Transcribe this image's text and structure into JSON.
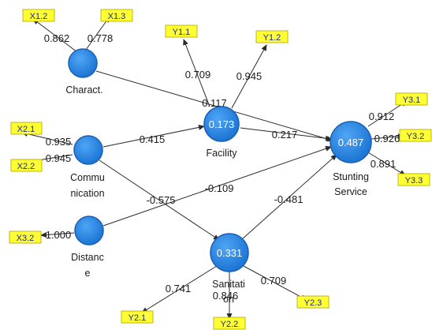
{
  "constructs": {
    "charact": {
      "label": "Charact."
    },
    "communication": {
      "label_line1": "Commu",
      "label_line2": "nication"
    },
    "distance": {
      "label_line1": "Distanc",
      "label_line2": "e"
    },
    "facility": {
      "label": "Facility",
      "r2": "0.173"
    },
    "sanitation": {
      "label_line1": "Sanitati",
      "label_line2": "on",
      "r2": "0.331"
    },
    "stunting": {
      "label_line1": "Stunting",
      "label_line2": "Service",
      "r2": "0.487"
    }
  },
  "indicators": {
    "x1_2": "X1.2",
    "x1_3": "X1.3",
    "x2_1": "X2.1",
    "x2_2": "X2.2",
    "x3_2": "X3.2",
    "y1_1": "Y1.1",
    "y1_2": "Y1.2",
    "y2_1": "Y2.1",
    "y2_2": "Y2.2",
    "y2_3": "Y2.3",
    "y3_1": "Y3.1",
    "y3_2": "Y3.2",
    "y3_3": "Y3.3"
  },
  "loadings": {
    "x1_2": "0.862",
    "x1_3": "0.778",
    "x2_1": "0.935",
    "x2_2": "0.945",
    "x3_2": "1.000",
    "y1_1": "0.709",
    "y1_2": "0.945",
    "y2_1": "0.741",
    "y2_2": "0.846",
    "y2_3": "0.709",
    "y3_1": "0.912",
    "y3_2": "0.926",
    "y3_3": "0.891"
  },
  "paths": {
    "charact_stunting": "0.117",
    "comm_facility": "0.415",
    "facility_stunting": "0.217",
    "comm_sanitation": "-0.575",
    "distance_stunting": "-0.109",
    "sanitation_stunting": "-0.481"
  },
  "colors": {
    "circle_fill": "#2b8ae6",
    "circle_stroke": "#1a5fb4",
    "indicator_fill": "#ffff33",
    "indicator_text": "#1a2a8a"
  }
}
